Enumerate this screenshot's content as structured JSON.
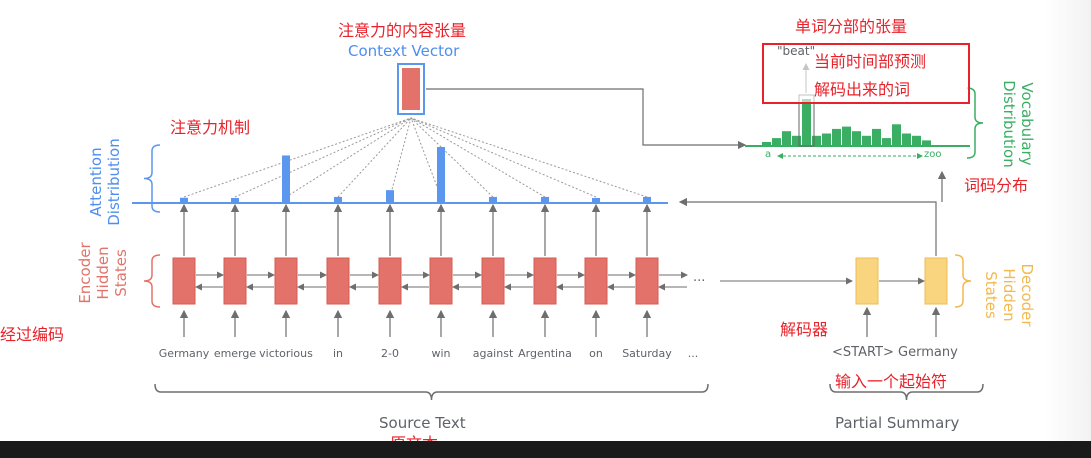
{
  "annotations_cn": {
    "context_vector": "注意力的内容张量",
    "attention_mechanism": "注意力机制",
    "encoding": "经过编码",
    "source_text": "原文本",
    "vocab_tensor": "单词分部的张量",
    "predicted_word_line1": "当前时间部预测",
    "predicted_word_line2": "解码出来的词",
    "word_distribution": "词码分布",
    "decoder": "解码器",
    "start_token": "输入一个起始符"
  },
  "labels": {
    "context_vector": "Context Vector",
    "attention_distribution": [
      "Attention",
      "Distribution"
    ],
    "encoder_hidden_states": [
      "Encoder",
      "Hidden",
      "States"
    ],
    "decoder_hidden_states": [
      "Decoder",
      "Hidden States"
    ],
    "vocabulary_distribution": [
      "Vocabulary",
      "Distribution"
    ],
    "source_text": "Source Text",
    "partial_summary": "Partial Summary",
    "predicted_word": "\"beat\"",
    "vocab_start": "a",
    "vocab_end": "zoo",
    "ellipsis": "..."
  },
  "source_tokens": [
    "Germany",
    "emerge",
    "victorious",
    "in",
    "2-0",
    "win",
    "against",
    "Argentina",
    "on",
    "Saturday",
    "..."
  ],
  "decoder_tokens": "<START> Germany",
  "attention_weights": [
    0.05,
    0.03,
    0.55,
    0.06,
    0.14,
    0.65,
    0.06,
    0.06,
    0.03,
    0.06
  ],
  "vocab_bars": [
    0.05,
    0.15,
    0.3,
    0.2,
    1.0,
    0.2,
    0.25,
    0.35,
    0.4,
    0.3,
    0.2,
    0.35,
    0.15,
    0.45,
    0.25,
    0.2,
    0.1
  ],
  "colors": {
    "encoder": "#e3736a",
    "attention": "#5b97ef",
    "decoder": "#f8d57e",
    "vocab": "#3aae63",
    "annotation": "#e8222a",
    "arrow": "#6e6e6e"
  }
}
